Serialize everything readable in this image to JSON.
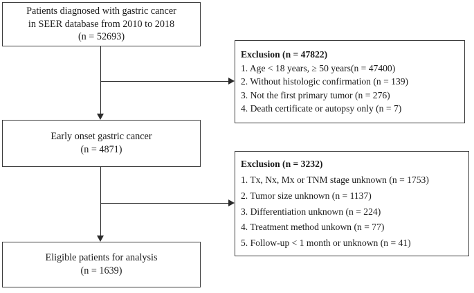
{
  "diagram": {
    "type": "study-flow-diagram",
    "flow_boxes": [
      {
        "id": "cohort-source",
        "lines": [
          "Patients diagnosed with gastric cancer",
          "in SEER database from 2010 to 2018",
          "(n = 52693)"
        ],
        "count": 52693
      },
      {
        "id": "early-onset",
        "lines": [
          "Early onset gastric cancer",
          "(n = 4871)"
        ],
        "count": 4871
      },
      {
        "id": "eligible",
        "lines": [
          "Eligible patients for analysis",
          "(n = 1639)"
        ],
        "count": 1639
      }
    ],
    "exclusion_boxes": [
      {
        "id": "exclusion-1",
        "title": "Exclusion (n = 47822)",
        "total": 47822,
        "items": [
          "1. Age < 18 years, ≥ 50 years(n = 47400)",
          "2. Without histologic confirmation (n = 139)",
          "3. Not the first primary tumor (n = 276)",
          "4. Death certificate or autopsy only (n = 7)"
        ]
      },
      {
        "id": "exclusion-2",
        "title": "Exclusion (n = 3232)",
        "total": 3232,
        "items": [
          "1. Tx, Nx, Mx or TNM stage unknown (n = 1753)",
          "2. Tumor size unknown (n = 1137)",
          "3. Differentiation unknown (n = 224)",
          "4. Treatment method unkown (n = 77)",
          "5. Follow-up < 1 month or unknown (n = 41)"
        ]
      }
    ],
    "colors": {
      "border": "#3c3c3c",
      "connector": "#2b2b2b",
      "text": "#1a1a1a",
      "background": "#ffffff"
    }
  }
}
